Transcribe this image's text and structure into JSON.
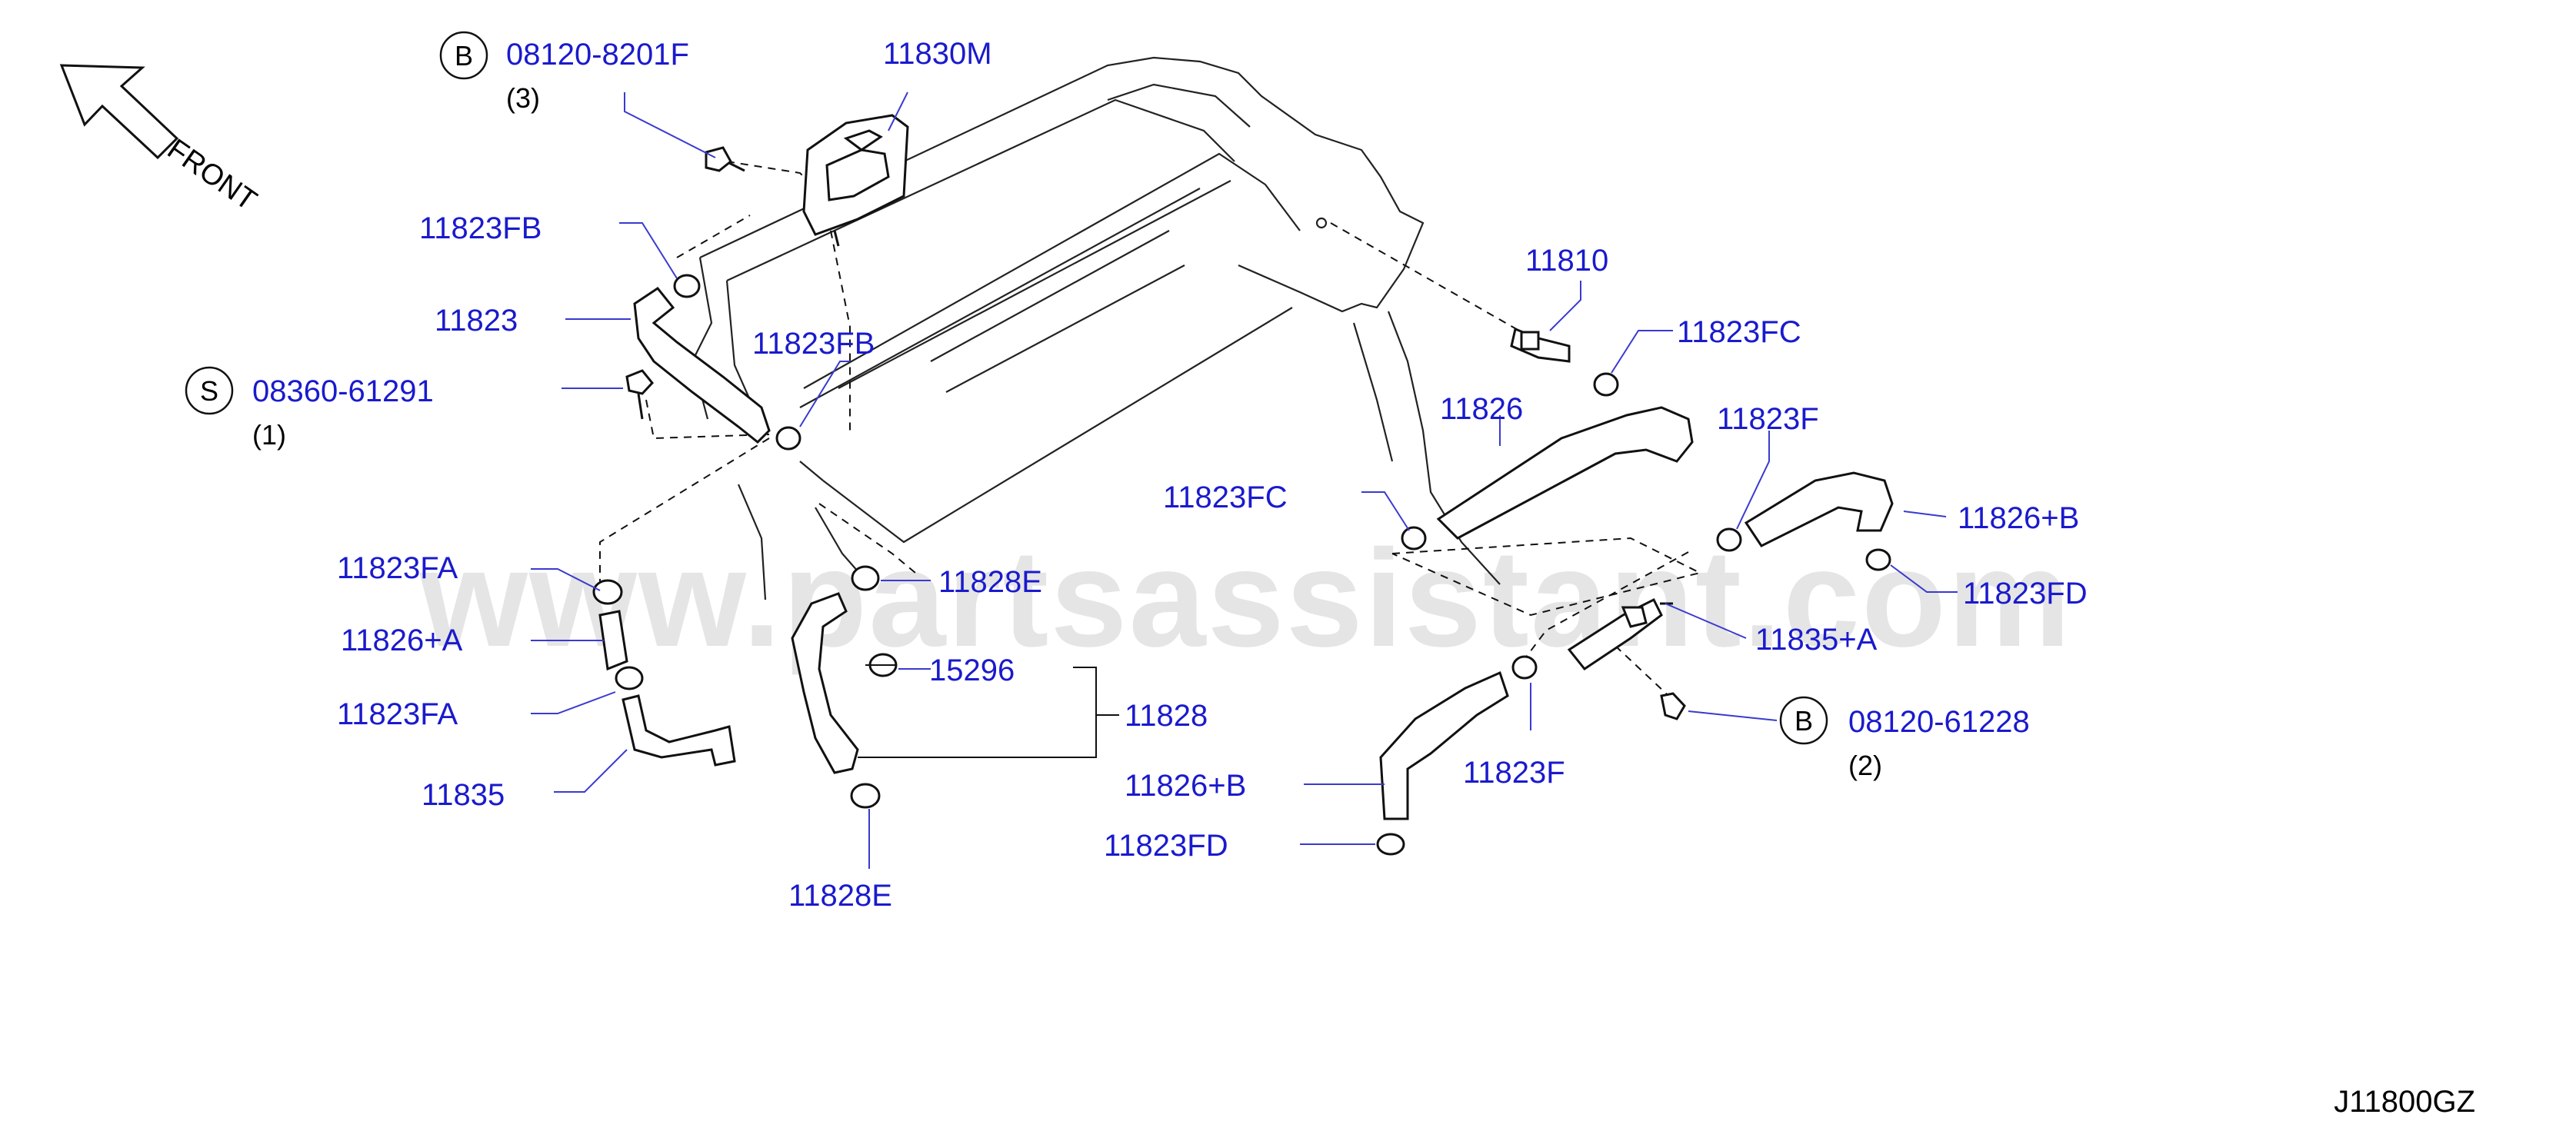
{
  "labels": {
    "p08120_8201F": "08120-8201F",
    "p11830M": "11830M",
    "p11823FB_a": "11823FB",
    "p11823": "11823",
    "p11823FB_b": "11823FB",
    "p08360_61291": "08360-61291",
    "p11810": "11810",
    "p11823FC_a": "11823FC",
    "p11826": "11826",
    "p11823F_a": "11823F",
    "p11823FC_b": "11823FC",
    "p11826B_a": "11826+B",
    "p11823FD_a": "11823FD",
    "p11823FA_a": "11823FA",
    "p11828E_a": "11828E",
    "p11826A": "11826+A",
    "p15296": "15296",
    "p11835A": "11835+A",
    "p11823FA_b": "11823FA",
    "p11828": "11828",
    "p08120_61228": "08120-61228",
    "p11835": "11835",
    "p11823F_b": "11823F",
    "p11826B_b": "11826+B",
    "p11823FD_b": "11823FD",
    "p11828E_b": "11828E"
  },
  "quantities": {
    "q3": "(3)",
    "q1": "(1)",
    "q2": "(2)"
  },
  "circled": {
    "b1": "B",
    "s1": "S",
    "b2": "B"
  },
  "front_label": "FRONT",
  "diagram_code": "J11800GZ",
  "watermark": "www.partsassistant.com"
}
